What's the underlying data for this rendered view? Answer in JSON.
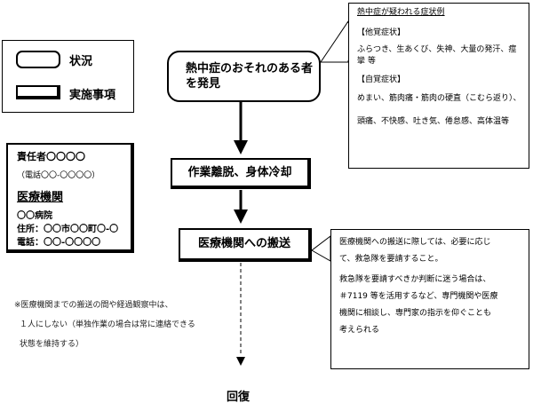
{
  "legend": {
    "status_label": "状況",
    "action_label": "実施事項"
  },
  "contact": {
    "responsible": "責任者〇〇〇〇",
    "responsible_phone": "（電話〇〇-〇〇〇〇）",
    "institution_heading": "医療機関",
    "hospital": "〇〇病院",
    "address": "住所：〇〇市〇〇町〇-〇",
    "phone": "電話：〇〇-〇〇〇〇"
  },
  "flow": {
    "discovery": "熱中症のおそれのある者を発見",
    "step1": "作業離脱、身体冷却",
    "step2": "医療機関への搬送",
    "recovery": "回復"
  },
  "symptoms": {
    "title": "熱中症が疑われる症状例",
    "objective_heading": "【他覚症状】",
    "objective_text": "ふらつき、生あくび、失神、大量の発汗、痙攣 等",
    "subjective_heading": "【自覚症状】",
    "subjective_text_1": "めまい、筋肉痛・筋肉の硬直（こむら返り）、",
    "subjective_text_2": "頭痛、不快感、吐き気、倦怠感、高体温等"
  },
  "transport_note": {
    "line1": "医療機関への搬送に際しては、必要に応じ",
    "line2": "て、救急隊を要請すること。",
    "line3": "救急隊を要請すべきか判断に迷う場合は、",
    "line4": "＃7119 等を活用するなど、専門機関や医療",
    "line5": "機関に相談し、専門家の指示を仰ぐことも",
    "line6": "考えられる"
  },
  "footnote": {
    "line1": "※医療機関までの搬送の間や経過観察中は、",
    "line2": "１人にしない（単独作業の場合は常に連絡できる",
    "line3": "状態を維持する）"
  }
}
